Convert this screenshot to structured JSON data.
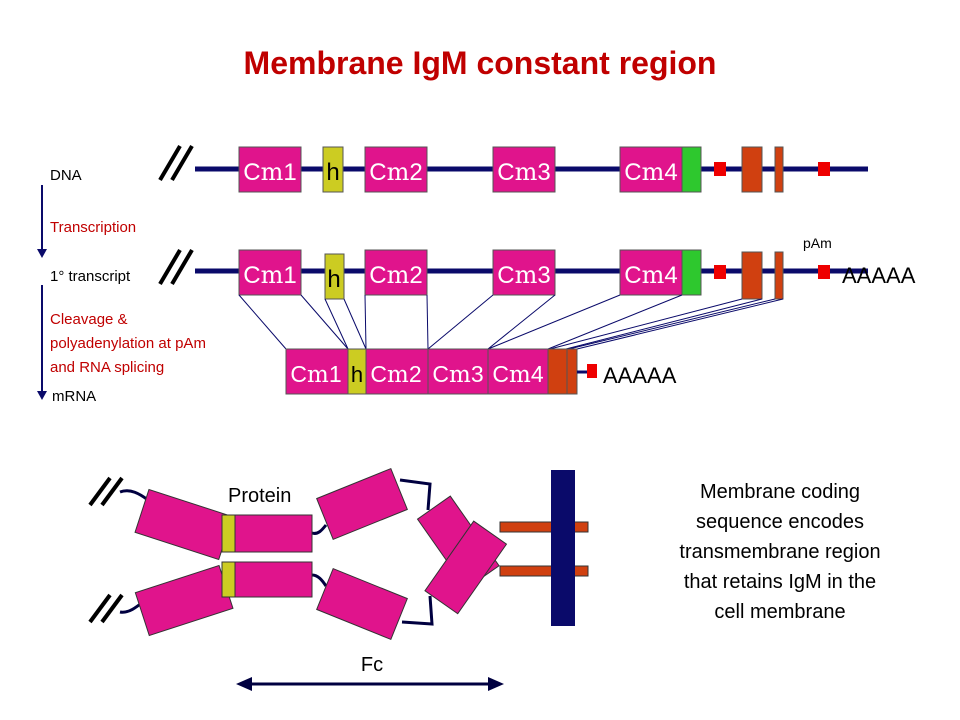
{
  "title": "Membrane IgM constant region",
  "colors": {
    "domain": "#e0148c",
    "hinge": "#cccc22",
    "membrane_exon": "#d04010",
    "green_exon": "#2ec82e",
    "red_marker": "#ee0000",
    "backbone": "#0a0a6a",
    "accent_text": "#c00000",
    "protein_chain": "#000040"
  },
  "labels": {
    "dna": "DNA",
    "transcription": "Transcription",
    "primary_transcript": "1° transcript",
    "processing_line1": "Cleavage &",
    "processing_line2": "polyadenylation at pAm",
    "processing_line3": "and RNA splicing",
    "mrna": "mRNA",
    "pam": "pAm",
    "polyA": "AAAAA",
    "protein": "Protein",
    "fc": "Fc"
  },
  "exon_labels": {
    "c1_prefix": "C",
    "mu": "m",
    "c1_suffix": "1",
    "c2_suffix": "2",
    "c3_suffix": "3",
    "c4_suffix": "4",
    "hinge": "h"
  },
  "description": {
    "line1": "Membrane coding",
    "line2": "sequence encodes",
    "line3": "transmembrane region",
    "line4": "that retains IgM in the",
    "line5": "cell membrane"
  }
}
